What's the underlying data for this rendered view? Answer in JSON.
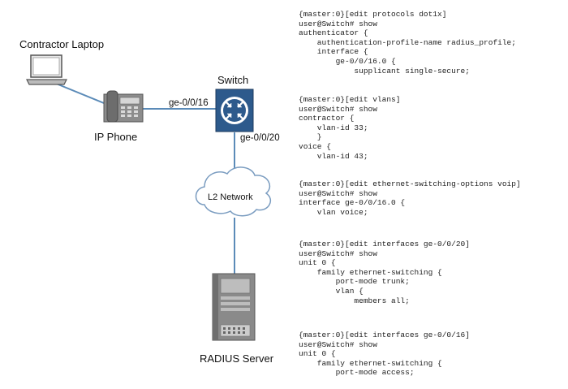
{
  "devices": {
    "laptop": "Contractor Laptop",
    "phone": "IP Phone",
    "switch": "Switch",
    "network": "L2 Network",
    "server": "RADIUS Server"
  },
  "ports": {
    "switch_to_phone": "ge-0/0/16",
    "switch_to_network": "ge-0/0/20"
  },
  "colors": {
    "link": "#5b8bb8",
    "switch_fill": "#2d5a8c",
    "device_gray": "#8a8a8a"
  },
  "config_blocks": [
    "{master:0}[edit protocols dot1x]\nuser@Switch# show\nauthenticator {\n    authentication-profile-name radius_profile;\n    interface {\n        ge-0/0/16.0 {\n            supplicant single-secure;",
    "{master:0}[edit vlans]\nuser@Switch# show\ncontractor {\n    vlan-id 33;\n    }\nvoice {\n    vlan-id 43;",
    "{master:0}[edit ethernet-switching-options voip]\nuser@Switch# show\ninterface ge-0/0/16.0 {\n    vlan voice;",
    "{master:0}[edit interfaces ge-0/0/20]\nuser@Switch# show\nunit 0 {\n    family ethernet-switching {\n        port-mode trunk;\n        vlan {\n            members all;",
    "{master:0}[edit interfaces ge-0/0/16]\nuser@Switch# show\nunit 0 {\n    family ethernet-switching {\n        port-mode access;"
  ]
}
